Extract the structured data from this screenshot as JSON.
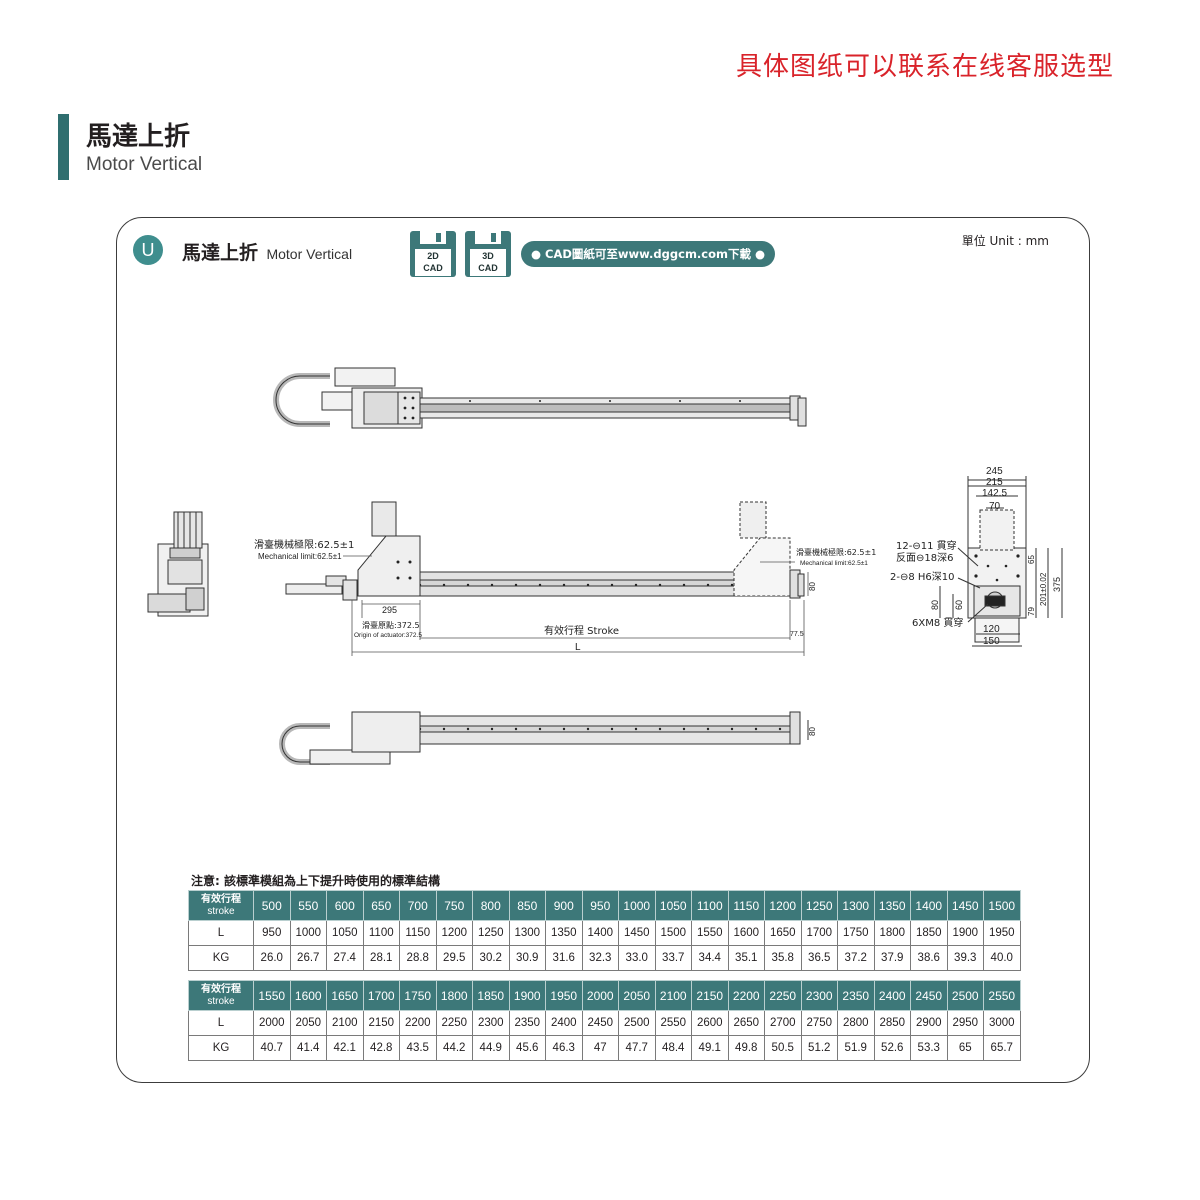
{
  "header_note": "具体图纸可以联系在线客服选型",
  "section": {
    "title_zh": "馬達上折",
    "title_en": "Motor Vertical"
  },
  "panel": {
    "badge": "U",
    "title_zh": "馬達上折",
    "title_en": "Motor Vertical",
    "cad_2d": [
      "2D",
      "CAD"
    ],
    "cad_3d": [
      "3D",
      "CAD"
    ],
    "cad_link": "● CAD圖紙可至www.dggcm.com下載 ●",
    "unit": "單位 Unit : mm"
  },
  "drawing_labels": {
    "mech_limit_left_zh": "滑臺機械極限:62.5±1",
    "mech_limit_left_en": "Mechanical limit:62.5±1",
    "mech_limit_right_zh": "滑臺機械極限:62.5±1",
    "mech_limit_right_en": "Mechanical limit:62.5±1",
    "origin_zh": "滑臺原點:372.5",
    "origin_en": "Origin of actuator:372.5",
    "dim_295": "295",
    "stroke": "有效行程  Stroke",
    "dim_77_5": "77.5",
    "dim_L": "L",
    "dim_80": "80",
    "side_245": "245",
    "side_215": "215",
    "side_142_5": "142.5",
    "side_70": "70",
    "side_hole1": "12-⊖11 貫穿",
    "side_hole2": "反面⊖18深6",
    "side_hole3": "2-⊖8 H6深10",
    "side_hole4": "6XM8 貫穿",
    "side_65": "65",
    "side_201": "201±0.02",
    "side_79": "79",
    "side_375": "375",
    "side_80": "80",
    "side_60": "60",
    "side_120": "120",
    "side_150": "150",
    "bottom_80": "80"
  },
  "table_note": "注意: 該標準模組為上下提升時使用的標準結構",
  "tables": [
    {
      "header_zh": "有效行程",
      "header_en": "stroke",
      "stroke": [
        "500",
        "550",
        "600",
        "650",
        "700",
        "750",
        "800",
        "850",
        "900",
        "950",
        "1000",
        "1050",
        "1100",
        "1150",
        "1200",
        "1250",
        "1300",
        "1350",
        "1400",
        "1450",
        "1500"
      ],
      "L_label": "L",
      "L": [
        "950",
        "1000",
        "1050",
        "1100",
        "1150",
        "1200",
        "1250",
        "1300",
        "1350",
        "1400",
        "1450",
        "1500",
        "1550",
        "1600",
        "1650",
        "1700",
        "1750",
        "1800",
        "1850",
        "1900",
        "1950"
      ],
      "KG_label": "KG",
      "KG": [
        "26.0",
        "26.7",
        "27.4",
        "28.1",
        "28.8",
        "29.5",
        "30.2",
        "30.9",
        "31.6",
        "32.3",
        "33.0",
        "33.7",
        "34.4",
        "35.1",
        "35.8",
        "36.5",
        "37.2",
        "37.9",
        "38.6",
        "39.3",
        "40.0"
      ]
    },
    {
      "header_zh": "有效行程",
      "header_en": "stroke",
      "stroke": [
        "1550",
        "1600",
        "1650",
        "1700",
        "1750",
        "1800",
        "1850",
        "1900",
        "1950",
        "2000",
        "2050",
        "2100",
        "2150",
        "2200",
        "2250",
        "2300",
        "2350",
        "2400",
        "2450",
        "2500",
        "2550"
      ],
      "L_label": "L",
      "L": [
        "2000",
        "2050",
        "2100",
        "2150",
        "2200",
        "2250",
        "2300",
        "2350",
        "2400",
        "2450",
        "2500",
        "2550",
        "2600",
        "2650",
        "2700",
        "2750",
        "2800",
        "2850",
        "2900",
        "2950",
        "3000"
      ],
      "KG_label": "KG",
      "KG": [
        "40.7",
        "41.4",
        "42.1",
        "42.8",
        "43.5",
        "44.2",
        "44.9",
        "45.6",
        "46.3",
        "47",
        "47.7",
        "48.4",
        "49.1",
        "49.8",
        "50.5",
        "51.2",
        "51.9",
        "52.6",
        "53.3",
        "65",
        "65.7"
      ]
    }
  ]
}
